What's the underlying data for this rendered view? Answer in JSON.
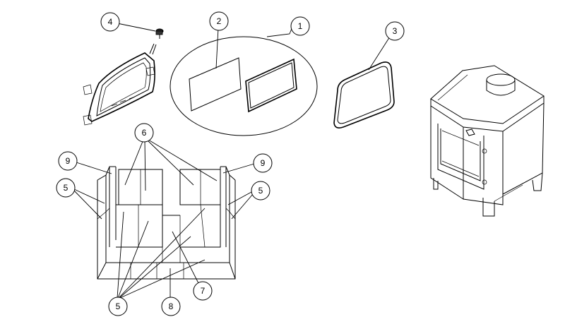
{
  "callouts": [
    {
      "id": "c1",
      "label": "1"
    },
    {
      "id": "c2",
      "label": "2"
    },
    {
      "id": "c3",
      "label": "3"
    },
    {
      "id": "c4",
      "label": "4"
    },
    {
      "id": "c5a",
      "label": "5"
    },
    {
      "id": "c5b",
      "label": "5"
    },
    {
      "id": "c5c",
      "label": "5"
    },
    {
      "id": "c6",
      "label": "6"
    },
    {
      "id": "c7",
      "label": "7"
    },
    {
      "id": "c8",
      "label": "8"
    },
    {
      "id": "c9a",
      "label": "9"
    },
    {
      "id": "c9b",
      "label": "9"
    }
  ]
}
